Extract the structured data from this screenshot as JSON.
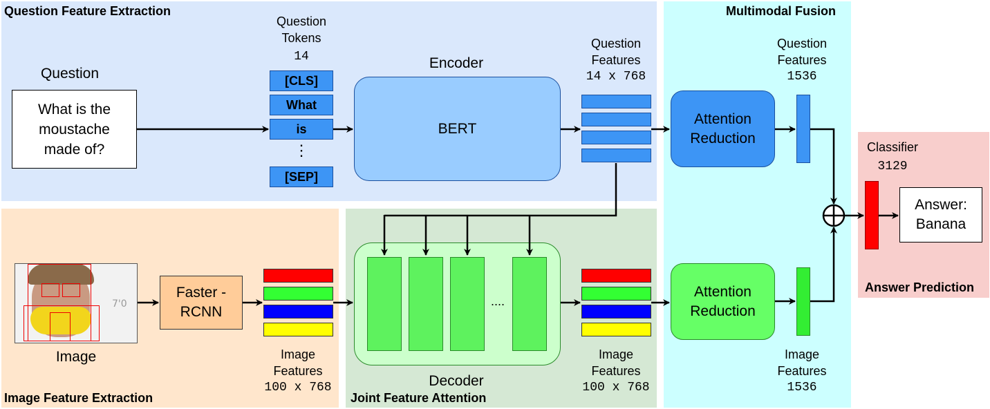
{
  "regions": {
    "question_extraction": "Question Feature Extraction",
    "image_extraction": "Image Feature Extraction",
    "joint_attention": "Joint Feature Attention",
    "multimodal_fusion": "Multimodal Fusion",
    "answer_prediction": "Answer Prediction"
  },
  "question": {
    "heading": "Question",
    "text": "What is the moustache made of?"
  },
  "tokens": {
    "heading_line1": "Question",
    "heading_line2": "Tokens",
    "count": "14",
    "items": [
      "[CLS]",
      "What",
      "is",
      "⋮",
      "[SEP]"
    ]
  },
  "encoder": {
    "heading": "Encoder",
    "name": "BERT"
  },
  "question_features": {
    "line1": "Question",
    "line2": "Features",
    "dims": "14 x 768"
  },
  "fusion_question_features": {
    "line1": "Question",
    "line2": "Features",
    "dims": "1536"
  },
  "attention_reduction_top": {
    "text": "Attention Reduction"
  },
  "attention_reduction_bottom": {
    "text": "Attention Reduction"
  },
  "image": {
    "label": "Image"
  },
  "faster_rcnn": {
    "text": "Faster - RCNN"
  },
  "image_features": {
    "line1": "Image",
    "line2": "Features",
    "dims": "100 x 768"
  },
  "decoder": {
    "heading": "Decoder",
    "ellipsis": "...."
  },
  "decoded_image_features": {
    "line1": "Image",
    "line2": "Features",
    "dims": "100 x 768"
  },
  "fusion_image_features": {
    "line1": "Image",
    "line2": "Features",
    "dims": "1536"
  },
  "classifier": {
    "label": "Classifier",
    "count": "3129"
  },
  "answer": {
    "line1": "Answer:",
    "line2": "Banana"
  },
  "colors": {
    "question_region": "#dae8fc",
    "image_region": "#ffe6cc",
    "joint_region": "#d5e8d4",
    "fusion_region": "#ccffff",
    "answer_region": "#f8cecc",
    "blue_feature": "#3d95f5",
    "green_feature": "#5ef25e",
    "classifier_red": "#ff0000",
    "encoder_fill": "#99ccff",
    "rcnn_fill": "#ffcc99"
  },
  "feature_stripe_colors": [
    "#ff0000",
    "#33ff33",
    "#0000ff",
    "#ffff00"
  ]
}
